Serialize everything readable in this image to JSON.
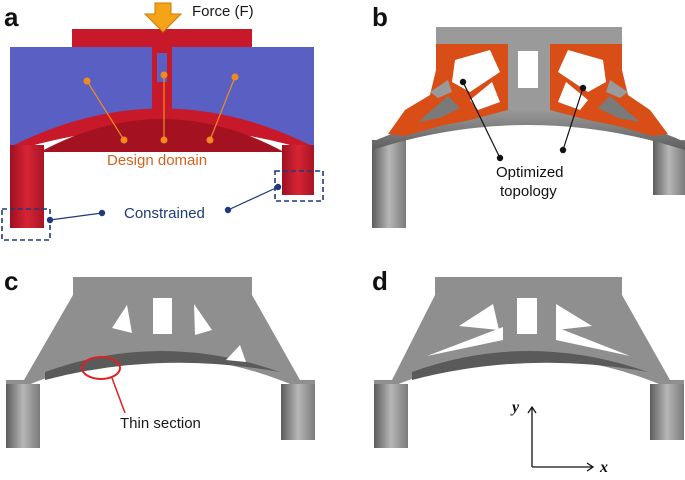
{
  "panels": {
    "a": {
      "letter": "a",
      "force_label": "Force (F)",
      "design_label": "Design domain",
      "constrained_label": "Constrained"
    },
    "b": {
      "letter": "b",
      "optimized_label_line1": "Optimized",
      "optimized_label_line2": "topology"
    },
    "c": {
      "letter": "c",
      "thin_label": "Thin section"
    },
    "d": {
      "letter": "d",
      "axis_x": "x",
      "axis_y": "y"
    }
  },
  "colors": {
    "red": "#c8192b",
    "blue": "#5a5fc4",
    "orange_text": "#d6621a",
    "orange_dot": "#f08a1e",
    "navy_text": "#1f3a7a",
    "gray": "#8f8f8f",
    "gray_dark": "#6f6f6f",
    "topology_orange": "#d94d16",
    "force_arrow": "#f4a416"
  }
}
